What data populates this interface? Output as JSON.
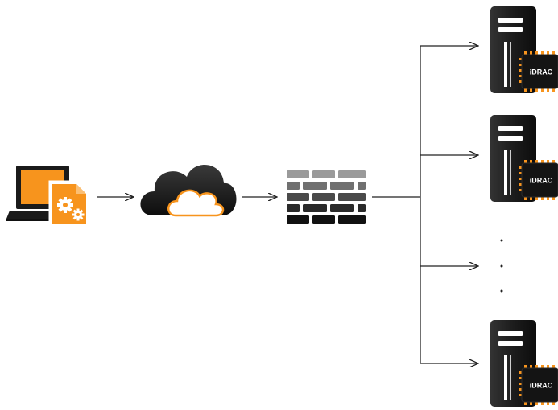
{
  "diagram": {
    "nodes": {
      "client": {
        "icon": "laptop-with-config-document-icon"
      },
      "network": {
        "icon": "cloud-icon"
      },
      "firewall": {
        "icon": "firewall-brick-wall-icon"
      }
    },
    "servers": [
      {
        "icon": "server-tower-icon",
        "chip_label": "iDRAC"
      },
      {
        "icon": "server-tower-icon",
        "chip_label": "iDRAC"
      },
      {
        "icon": "server-tower-icon",
        "chip_label": "iDRAC"
      }
    ],
    "ellipsis": "· · ·",
    "colors": {
      "accent": "#f7941d",
      "dark": "#1a1a1a",
      "arrow": "#222222",
      "chip_pins": "#f7941d"
    }
  }
}
